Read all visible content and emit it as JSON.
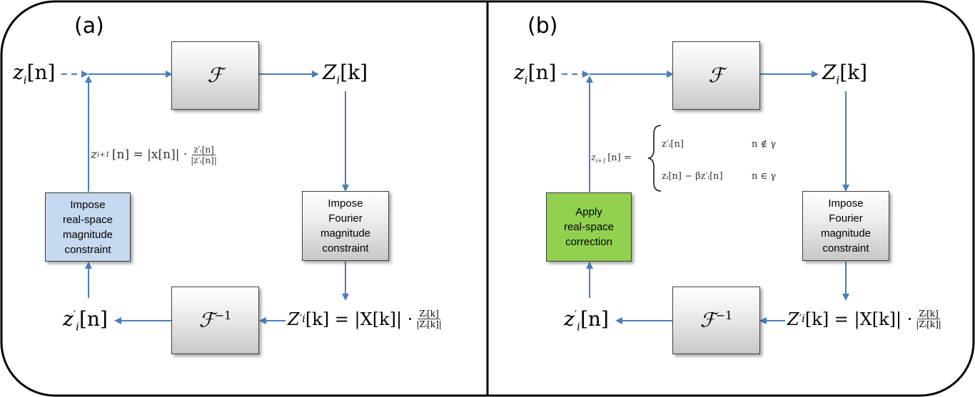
{
  "panels": [
    {
      "label": "(a)",
      "forward_op": "ℱ",
      "inverse_op": "ℱ",
      "inverse_exp": "−1",
      "fourier_box": "Impose\nFourier\nmagnitude\nconstraint",
      "realspace_box": "Impose\nreal-space\nmagnitude\nconstraint",
      "update_eq": {
        "lhs": "z",
        "lhs_sub": "i+1",
        "mid": "[n] = |x[n]| ·",
        "num": "z′ᵢ[n]",
        "den": "|z′ᵢ[n]|"
      }
    },
    {
      "label": "(b)",
      "forward_op": "ℱ",
      "inverse_op": "ℱ",
      "inverse_exp": "−1",
      "fourier_box": "Impose\nFourier\nmagnitude\nconstraint",
      "realspace_box": "Apply\nreal-space\ncorrection",
      "update_eq": {
        "lhs": "z",
        "lhs_sub": "i+1",
        "mid": "[n] =",
        "case1_value": "z′ᵢ[n]",
        "case1_cond": "n ∉ γ",
        "case2_value": "zᵢ[n] − βz′ᵢ[n]",
        "case2_cond": "n ∈ γ"
      }
    }
  ],
  "variables": {
    "input": "z",
    "input_sub": "i",
    "input_arg": "[n]",
    "spectrum": "Z",
    "spectrum_sub": "i",
    "spectrum_arg": "[k]",
    "output": "z",
    "output_sub": "i",
    "output_arg": "[n]",
    "constrained": "Z",
    "constrained_sub": "i",
    "constrained_rhs": "[k] = |X[k]| ·",
    "constrained_num": "Zᵢ[k]",
    "constrained_den": "|Zᵢ[k]|"
  },
  "colors": {
    "arrow": "#4a7ebb",
    "fourier_box": "#d9d9d9",
    "realspace_box_a": "#c6d9f1",
    "realspace_box_b": "#92d050",
    "frame": "#000000"
  }
}
